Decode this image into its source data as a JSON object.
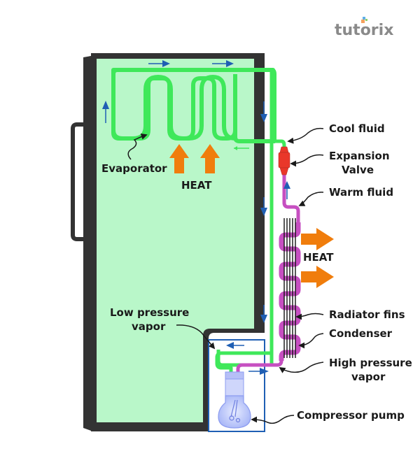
{
  "logo": {
    "text": "tutorix",
    "dot_colors": [
      "#f4a15d",
      "#5fb0e6",
      "#8ccf6a"
    ]
  },
  "colors": {
    "fridge_interior": "#b9f7c9",
    "fridge_frame": "#333333",
    "cold_pipe": "#3fe85a",
    "warm_pipe": "#c64fc1",
    "flow_arrow": "#1f5fb4",
    "heat_arrow": "#f07d0c",
    "valve": "#e9372a",
    "compressor": "#8c9cf0",
    "compressor_box": "#1f5fb4",
    "label_text": "#1a1a1a"
  },
  "labels": {
    "evaporator": "Evaporator",
    "heat_inside": "HEAT",
    "heat_outside": "HEAT",
    "cool_fluid": "Cool fluid",
    "expansion_valve_line1": "Expansion",
    "expansion_valve_line2": "Valve",
    "warm_fluid": "Warm fluid",
    "radiator_fins": "Radiator fins",
    "condenser": "Condenser",
    "high_pressure_line1": "High pressure",
    "high_pressure_line2": "vapor",
    "low_pressure_line1": "Low pressure",
    "low_pressure_line2": "vapor",
    "compressor_pump": "Compressor pump"
  }
}
